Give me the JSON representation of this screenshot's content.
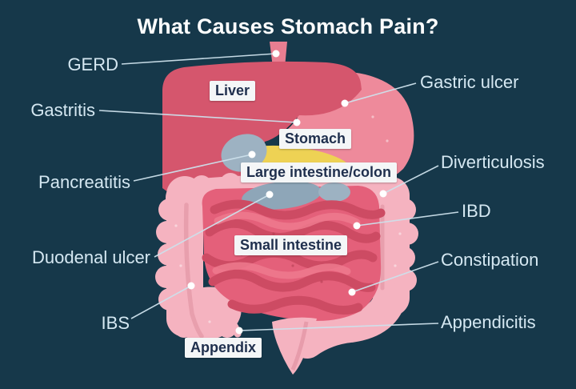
{
  "title": "What Causes Stomach Pain?",
  "conditions": {
    "left": [
      "GERD",
      "Gastritis",
      "Pancreatitis",
      "Duodenal ulcer",
      "IBS"
    ],
    "right": [
      "Gastric ulcer",
      "Diverticulosis",
      "IBD",
      "Constipation",
      "Appendicitis"
    ]
  },
  "organs": [
    "Liver",
    "Stomach",
    "Large intestine/colon",
    "Small intestine",
    "Appendix"
  ],
  "colors": {
    "background": "#16384a",
    "title_text": "#fdfefe",
    "label_text": "#d5e8f2",
    "leader_line": "#cde1ec",
    "marker_dot": "#ffffff",
    "organ_box_bg": "#f4f6f7",
    "organ_box_text": "#1f2f4d",
    "liver": "#d5566d",
    "stomach": "#ee8a9b",
    "esophagus": "#e87e91",
    "shadow_wedge": "#0e2d3b",
    "pancreas": "#eed254",
    "duodenum_gray": "#9db2c2",
    "duodenum_gray2": "#8ea6b8",
    "small_intestine": "#e4607a",
    "small_intestine_detail": "#cd4b63",
    "small_intestine_highlight": "#ef7a8e",
    "large_intestine": "#f5b3c0",
    "large_intestine_shade": "#e79cab"
  }
}
